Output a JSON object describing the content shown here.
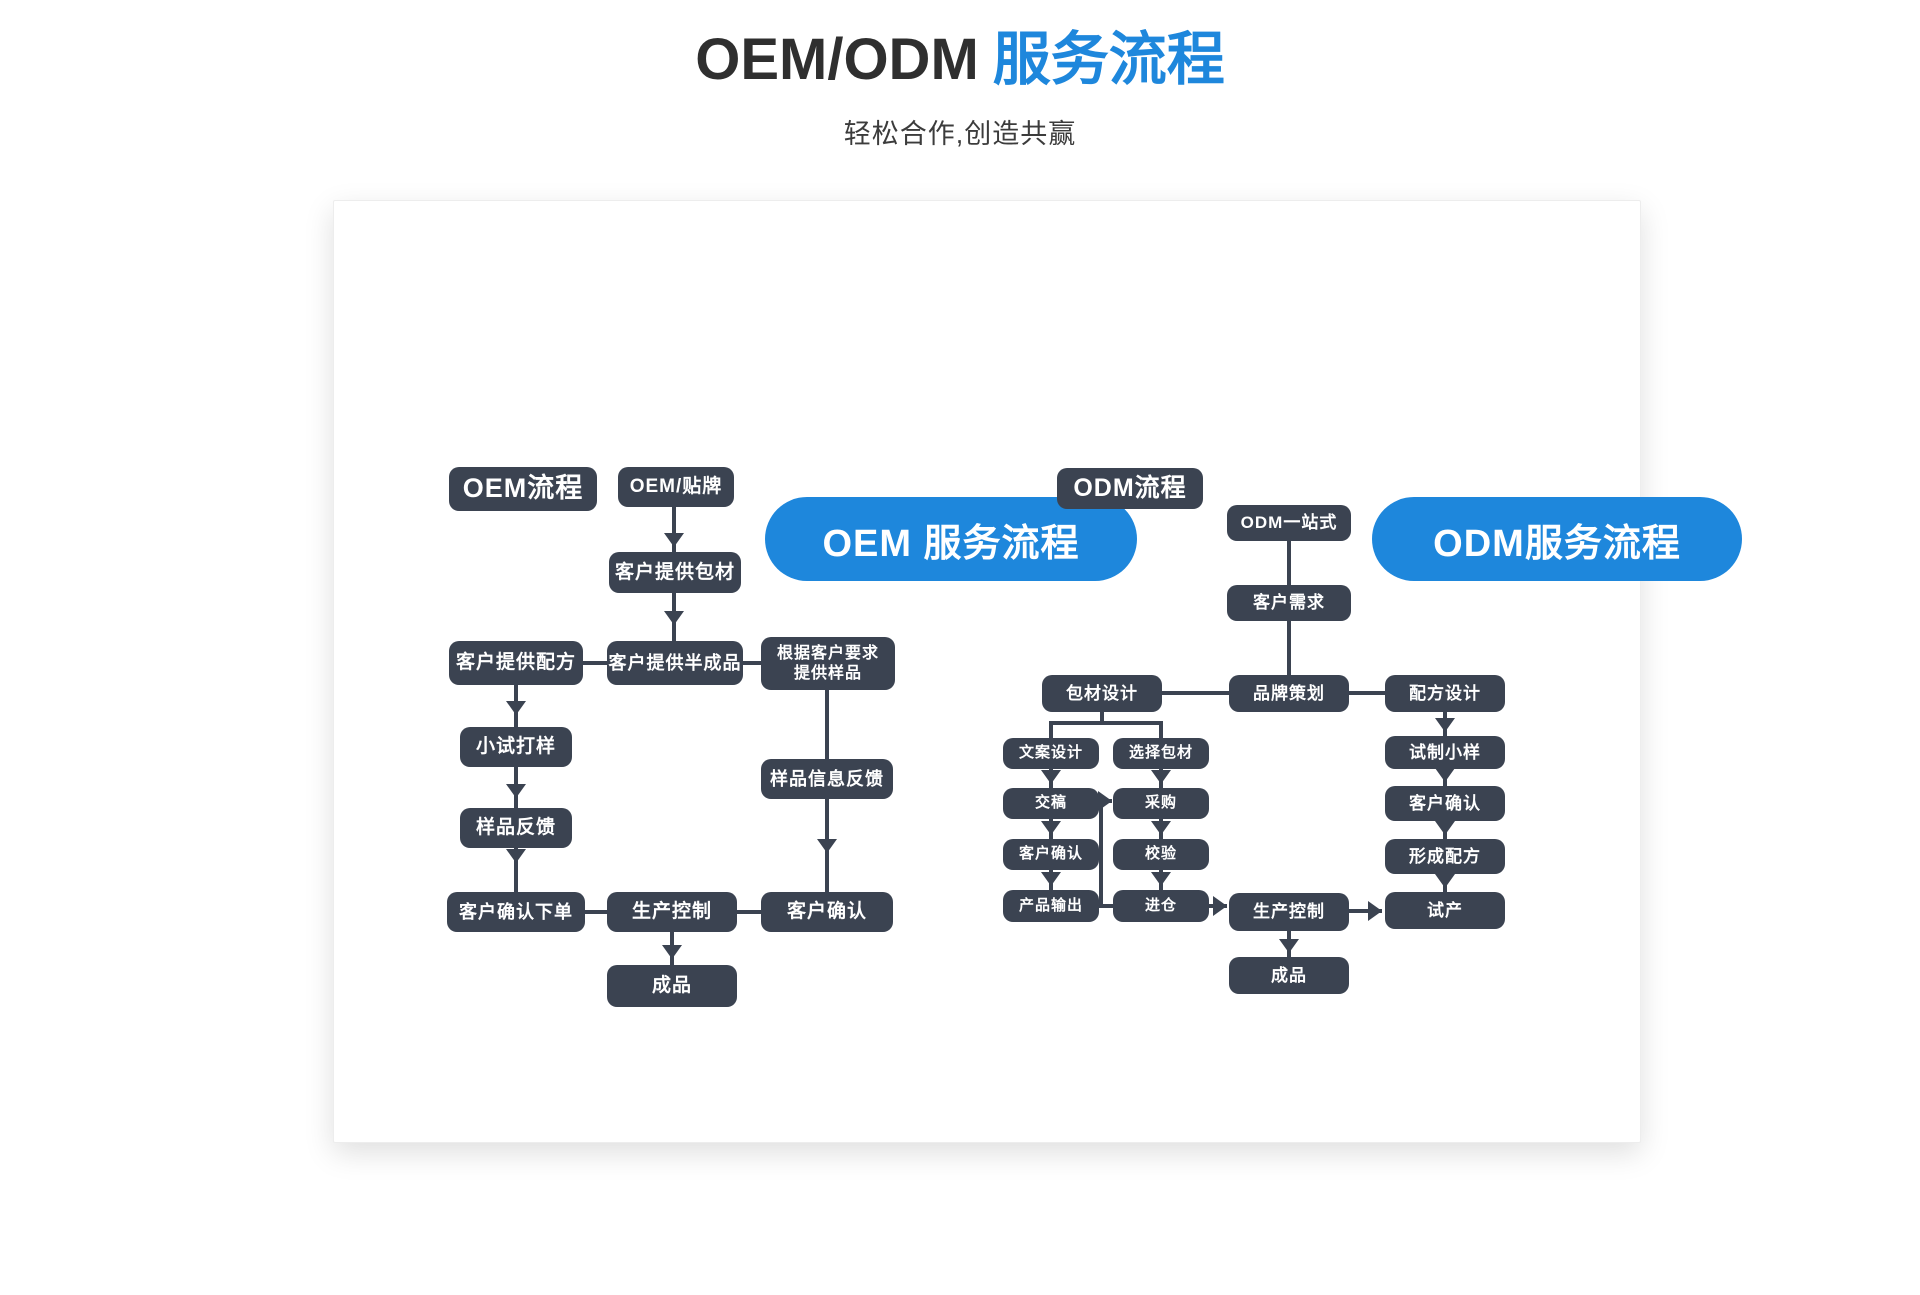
{
  "title": {
    "black": "OEM/ODM",
    "blue": "服务流程"
  },
  "subtitle": "轻松合作,创造共赢",
  "colors": {
    "accent": "#1E87DC",
    "node": "#3B4351"
  },
  "oem": {
    "header": "OEM 服务流程",
    "tag": "OEM流程",
    "nodes": {
      "n1": "OEM/贴牌",
      "n2": "客户提供包材",
      "n3": "客户提供配方",
      "n4": "客户提供半成品",
      "n5": "根据客户要求\n提供样品",
      "n6": "小试打样",
      "n7": "样品反馈",
      "n8": "样品信息反馈",
      "n9": "客户确认下单",
      "n10": "生产控制",
      "n11": "客户确认",
      "n12": "成品"
    }
  },
  "odm": {
    "header": "ODM服务流程",
    "tag": "ODM流程",
    "nodes": {
      "m1": "ODM一站式",
      "m2": "客户需求",
      "m3": "包材设计",
      "m4": "品牌策划",
      "m5": "配方设计",
      "m6": "文案设计",
      "m7": "选择包材",
      "m8": "试制小样",
      "m9": "交稿",
      "m10": "采购",
      "m11": "客户确认",
      "m12": "客户确认",
      "m13": "校验",
      "m14": "形成配方",
      "m15": "产品输出",
      "m16": "进仓",
      "m17": "生产控制",
      "m18": "试产",
      "m19": "成品"
    }
  }
}
